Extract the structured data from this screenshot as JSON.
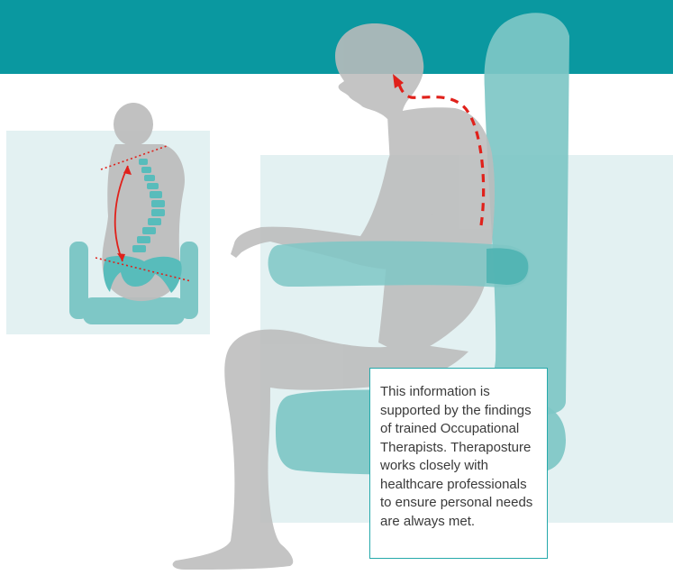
{
  "colors": {
    "header_band": "#0a98a0",
    "panel": "#e3f1f2",
    "teal_cushion": "#7ec7c6",
    "teal_dark": "#56b5b4",
    "figure_grey": "#bfbfbf",
    "spine_teal": "#58bcbb",
    "arrow_red": "#e0211b",
    "box_border": "#25a9ab",
    "text": "#3a3a3a"
  },
  "info": {
    "text": "This information is supported by the findings of trained Occupational Therapists. Theraposture works closely with healthcare professionals to ensure personal needs are always met."
  },
  "illustration": {
    "main_figure": "seated-person-leaning-forward",
    "inset_figure": "spine-curvature-back-view"
  }
}
